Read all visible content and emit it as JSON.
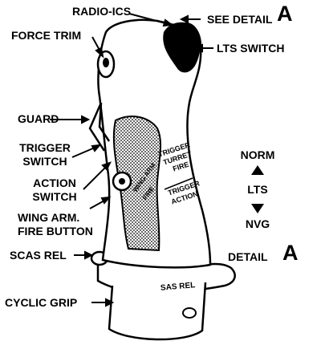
{
  "labels": {
    "radio_ics": "RADIO-ICS",
    "see_detail": "SEE DETAIL",
    "see_detail_letter": "A",
    "force_trim": "FORCE TRIM",
    "lts_switch": "LTS SWITCH",
    "guard": "GUARD",
    "trigger_switch_1": "TRIGGER",
    "trigger_switch_2": "SWITCH",
    "action_switch_1": "ACTION",
    "action_switch_2": "SWITCH",
    "wing_arm_1": "WING ARM.",
    "wing_arm_2": "FIRE BUTTON",
    "scas_rel": "SCAS REL",
    "cyclic_grip": "CYCLIC GRIP"
  },
  "grip_text": {
    "trigger": "TRIGGER",
    "turret": "TURRET",
    "fire": "FIRE",
    "trigger_action_1": "TRIGGER",
    "trigger_action_2": "ACTION",
    "wing_arm_fire_1": "WING ARM",
    "wing_arm_fire_2": "FIRE",
    "sas_rel": "SAS REL"
  },
  "detail": {
    "norm": "NORM",
    "lts": "LTS",
    "nvg": "NVG",
    "title": "DETAIL",
    "letter": "A"
  }
}
